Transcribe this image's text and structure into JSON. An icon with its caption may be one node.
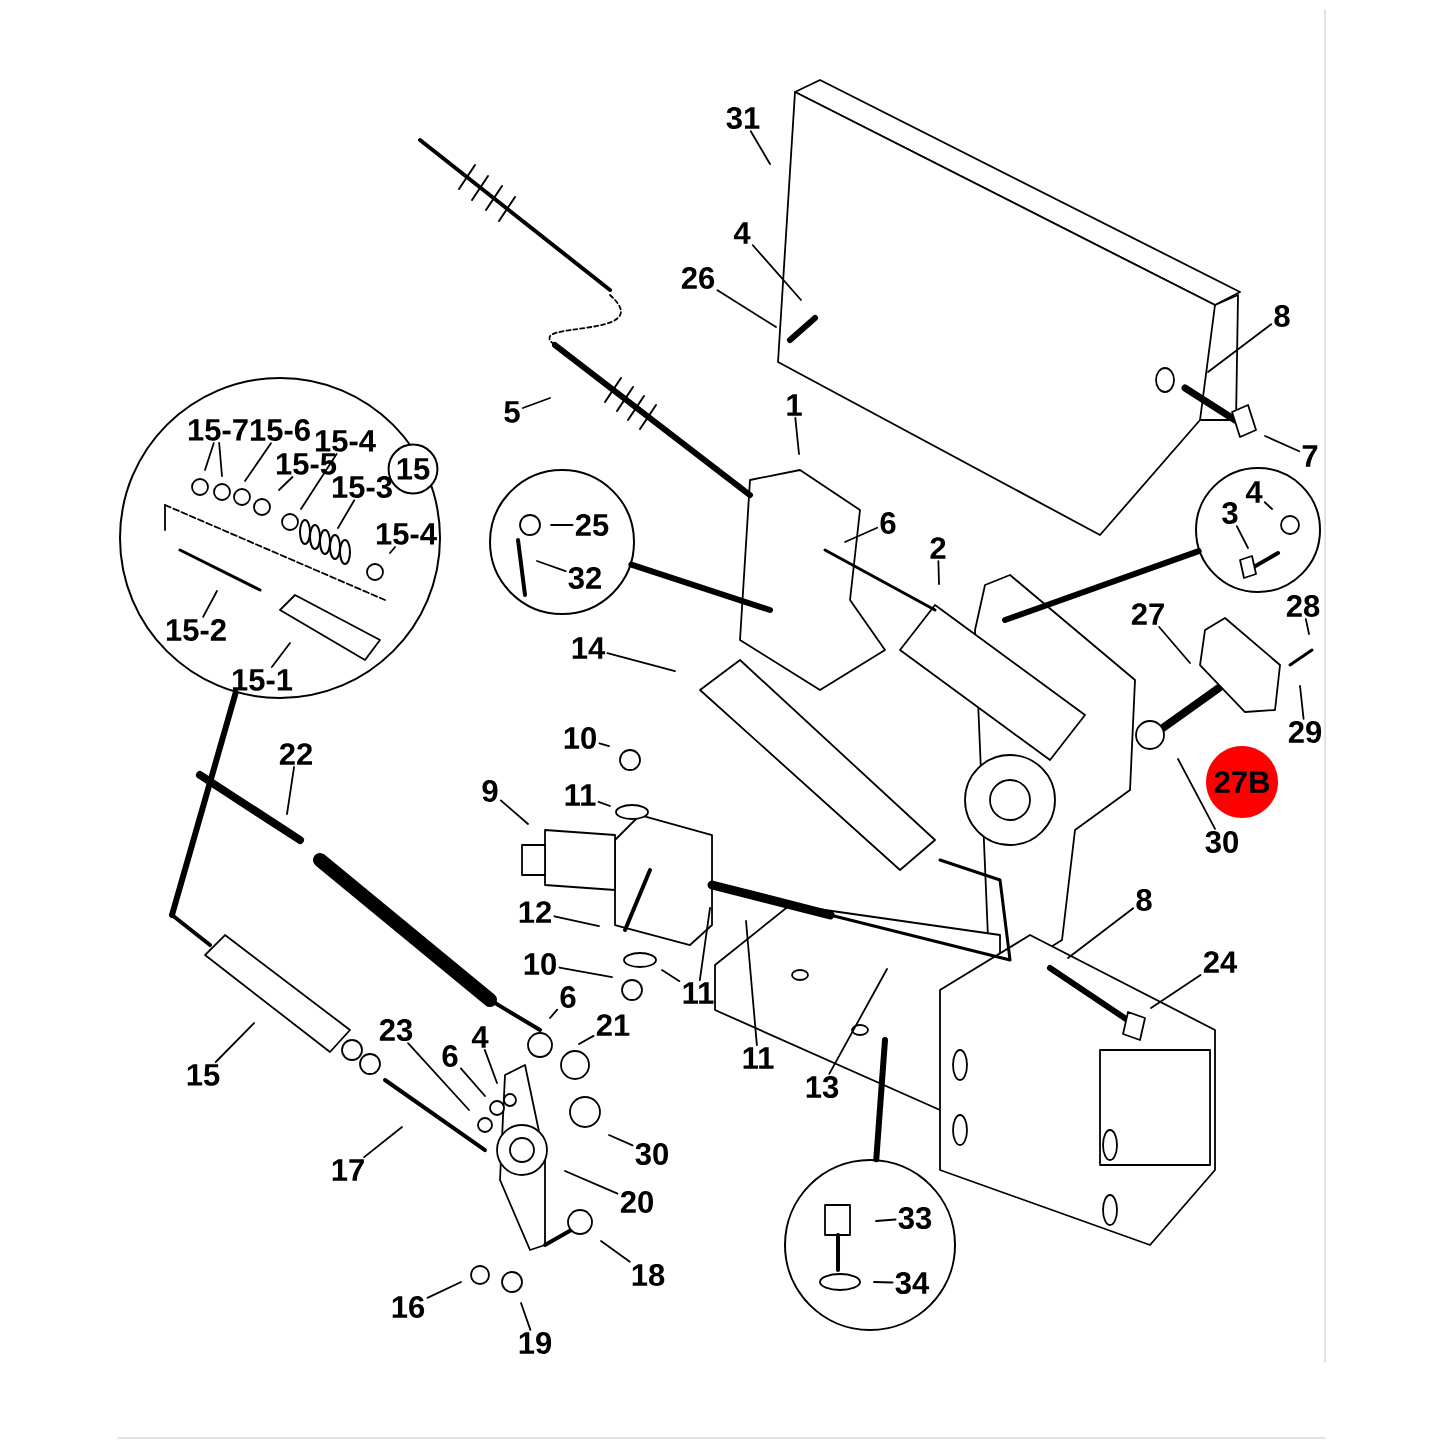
{
  "diagram": {
    "nodes": [
      {
        "text": [
          "31"
        ]
      },
      {
        "text": [
          "4"
        ]
      },
      {
        "text": [
          "26"
        ]
      },
      {
        "text": [
          "8"
        ]
      },
      {
        "text": [
          "7"
        ]
      },
      {
        "text": [
          "5"
        ]
      },
      {
        "text": [
          "1"
        ]
      },
      {
        "text": [
          "6"
        ]
      },
      {
        "text": [
          "2"
        ]
      },
      {
        "text": [],
        "shape": "circle"
      },
      {
        "text": [
          "25"
        ],
        "in": 9
      },
      {
        "text": [
          "32"
        ],
        "in": 9
      },
      {
        "text": [],
        "shape": "circle"
      },
      {
        "text": [
          "4"
        ],
        "in": 12
      },
      {
        "text": [
          "3"
        ],
        "in": 12
      },
      {
        "text": [
          "27"
        ]
      },
      {
        "text": [
          "28"
        ]
      },
      {
        "text": [
          "29"
        ]
      },
      {
        "text": [],
        "shape": "circle"
      },
      {
        "text": [
          "15"
        ],
        "in": 18
      },
      {
        "text": [
          "15-7"
        ],
        "in": 18
      },
      {
        "text": [
          "15-6"
        ],
        "in": 18
      },
      {
        "text": [
          "15-5"
        ],
        "in": 18
      },
      {
        "text": [
          "15-4"
        ],
        "in": 18
      },
      {
        "text": [
          "15-3"
        ],
        "in": 18
      },
      {
        "text": [
          "15-4"
        ],
        "in": 18
      },
      {
        "text": [
          "15-2"
        ],
        "in": 18
      },
      {
        "text": [
          "15-1"
        ],
        "in": 18
      },
      {
        "text": [
          "14"
        ]
      },
      {
        "text": [
          "10"
        ]
      },
      {
        "text": [
          "11"
        ]
      },
      {
        "text": [
          "9"
        ]
      },
      {
        "text": [
          "22"
        ]
      },
      {
        "text": [
          "12"
        ]
      },
      {
        "text": [
          "10"
        ]
      },
      {
        "text": [
          "11"
        ]
      },
      {
        "text": [
          "8"
        ]
      },
      {
        "text": [
          "24"
        ]
      },
      {
        "text": [
          "6"
        ]
      },
      {
        "text": [
          "21"
        ]
      },
      {
        "text": [
          "11"
        ]
      },
      {
        "text": [
          "13"
        ]
      },
      {
        "text": [
          "15"
        ]
      },
      {
        "text": [
          "23"
        ]
      },
      {
        "text": [
          "4"
        ]
      },
      {
        "text": [
          "6"
        ]
      },
      {
        "text": [
          "17"
        ]
      },
      {
        "text": [
          "30"
        ]
      },
      {
        "text": [
          "20"
        ]
      },
      {
        "text": [
          "18"
        ]
      },
      {
        "text": [
          "16"
        ]
      },
      {
        "text": [
          "19"
        ]
      },
      {
        "text": [],
        "shape": "circle"
      },
      {
        "text": [
          "33"
        ],
        "in": 52
      },
      {
        "text": [
          "34"
        ],
        "in": 52
      },
      {
        "text": [
          "30"
        ]
      },
      {
        "text": [
          "27B"
        ]
      }
    ],
    "edges": [
      {
        "from": 0,
        "to": null,
        "arrow": "none"
      },
      {
        "from": 1,
        "to": null,
        "arrow": "none"
      },
      {
        "from": 2,
        "to": null,
        "arrow": "none"
      },
      {
        "from": 3,
        "to": null,
        "arrow": "none"
      },
      {
        "from": 4,
        "to": null,
        "arrow": "none"
      },
      {
        "from": 5,
        "to": null,
        "arrow": "none"
      },
      {
        "from": 6,
        "to": null,
        "arrow": "none"
      },
      {
        "from": 7,
        "to": null,
        "arrow": "none"
      },
      {
        "from": 8,
        "to": null,
        "arrow": "none"
      },
      {
        "from": 9,
        "to": null,
        "arrow": "none",
        "style": "thick"
      },
      {
        "from": 10,
        "to": null,
        "arrow": "none"
      },
      {
        "from": 11,
        "to": null,
        "arrow": "none"
      },
      {
        "from": 12,
        "to": null,
        "arrow": "none",
        "style": "thick"
      },
      {
        "from": 13,
        "to": null,
        "arrow": "none"
      },
      {
        "from": 14,
        "to": null,
        "arrow": "none"
      },
      {
        "from": 15,
        "to": null,
        "arrow": "none"
      },
      {
        "from": 16,
        "to": null,
        "arrow": "none"
      },
      {
        "from": 17,
        "to": null,
        "arrow": "none"
      },
      {
        "from": 18,
        "to": null,
        "arrow": "none",
        "style": "thick"
      },
      {
        "from": 20,
        "to": null,
        "arrow": "none"
      },
      {
        "from": 20,
        "to": null,
        "arrow": "none"
      },
      {
        "from": 21,
        "to": null,
        "arrow": "none"
      },
      {
        "from": 22,
        "to": null,
        "arrow": "none"
      },
      {
        "from": 23,
        "to": null,
        "arrow": "none"
      },
      {
        "from": 24,
        "to": null,
        "arrow": "none"
      },
      {
        "from": 25,
        "to": null,
        "arrow": "none"
      },
      {
        "from": 26,
        "to": null,
        "arrow": "none"
      },
      {
        "from": 27,
        "to": null,
        "arrow": "none"
      },
      {
        "from": 28,
        "to": null,
        "arrow": "none"
      },
      {
        "from": 29,
        "to": null,
        "arrow": "none"
      },
      {
        "from": 30,
        "to": null,
        "arrow": "none"
      },
      {
        "from": 31,
        "to": null,
        "arrow": "none"
      },
      {
        "from": 32,
        "to": null,
        "arrow": "none"
      },
      {
        "from": 33,
        "to": null,
        "arrow": "none"
      },
      {
        "from": 34,
        "to": null,
        "arrow": "none"
      },
      {
        "from": 35,
        "to": null,
        "arrow": "none"
      },
      {
        "from": 35,
        "to": null,
        "arrow": "none"
      },
      {
        "from": 36,
        "to": null,
        "arrow": "none"
      },
      {
        "from": 37,
        "to": null,
        "arrow": "none"
      },
      {
        "from": 38,
        "to": null,
        "arrow": "none"
      },
      {
        "from": 39,
        "to": null,
        "arrow": "none"
      },
      {
        "from": 40,
        "to": null,
        "arrow": "none"
      },
      {
        "from": 41,
        "to": null,
        "arrow": "none"
      },
      {
        "from": 42,
        "to": null,
        "arrow": "none"
      },
      {
        "from": 43,
        "to": null,
        "arrow": "none"
      },
      {
        "from": 44,
        "to": null,
        "arrow": "none"
      },
      {
        "from": 45,
        "to": null,
        "arrow": "none"
      },
      {
        "from": 46,
        "to": null,
        "arrow": "none"
      },
      {
        "from": 47,
        "to": null,
        "arrow": "none"
      },
      {
        "from": 48,
        "to": null,
        "arrow": "none"
      },
      {
        "from": 49,
        "to": null,
        "arrow": "none"
      },
      {
        "from": 50,
        "to": null,
        "arrow": "none"
      },
      {
        "from": 51,
        "to": null,
        "arrow": "none"
      },
      {
        "from": 52,
        "to": null,
        "arrow": "none",
        "style": "thick"
      },
      {
        "from": 53,
        "to": null,
        "arrow": "none"
      },
      {
        "from": 54,
        "to": null,
        "arrow": "none"
      },
      {
        "from": 55,
        "to": null,
        "arrow": "none"
      }
    ]
  }
}
